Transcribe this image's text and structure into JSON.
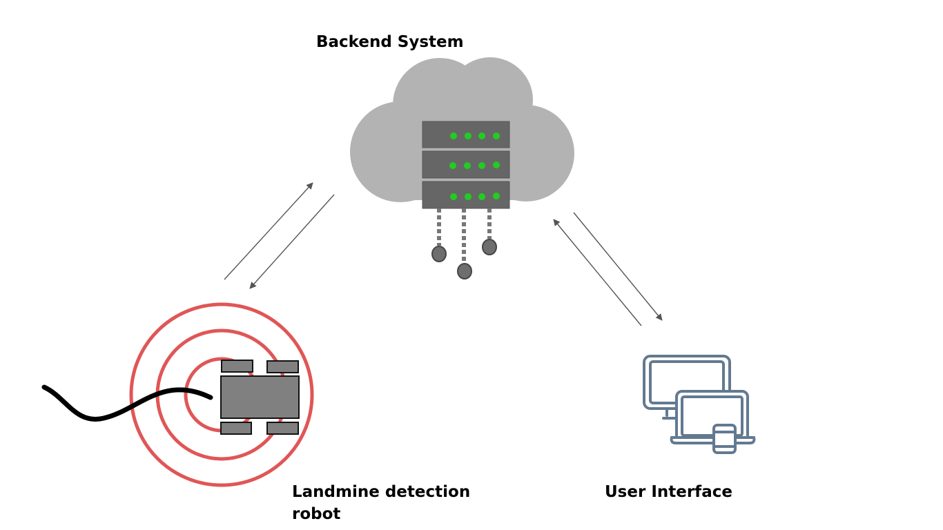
{
  "nodes": {
    "backend": {
      "label": "Backend System"
    },
    "robot": {
      "label": "Landmine detection\nrobot"
    },
    "ui": {
      "label": "User Interface"
    }
  },
  "colors": {
    "cloud": "#b3b3b3",
    "server": "#666666",
    "led": "#22cc22",
    "probe": "#777777",
    "rings": "#e05656",
    "robot_body": "#808080",
    "cable": "#000000",
    "devices": "#627a91",
    "arrows": "#555555"
  },
  "icons": {
    "backend": "cloud-server-icon",
    "robot": "robot-rover-icon",
    "ui": "devices-icon"
  }
}
